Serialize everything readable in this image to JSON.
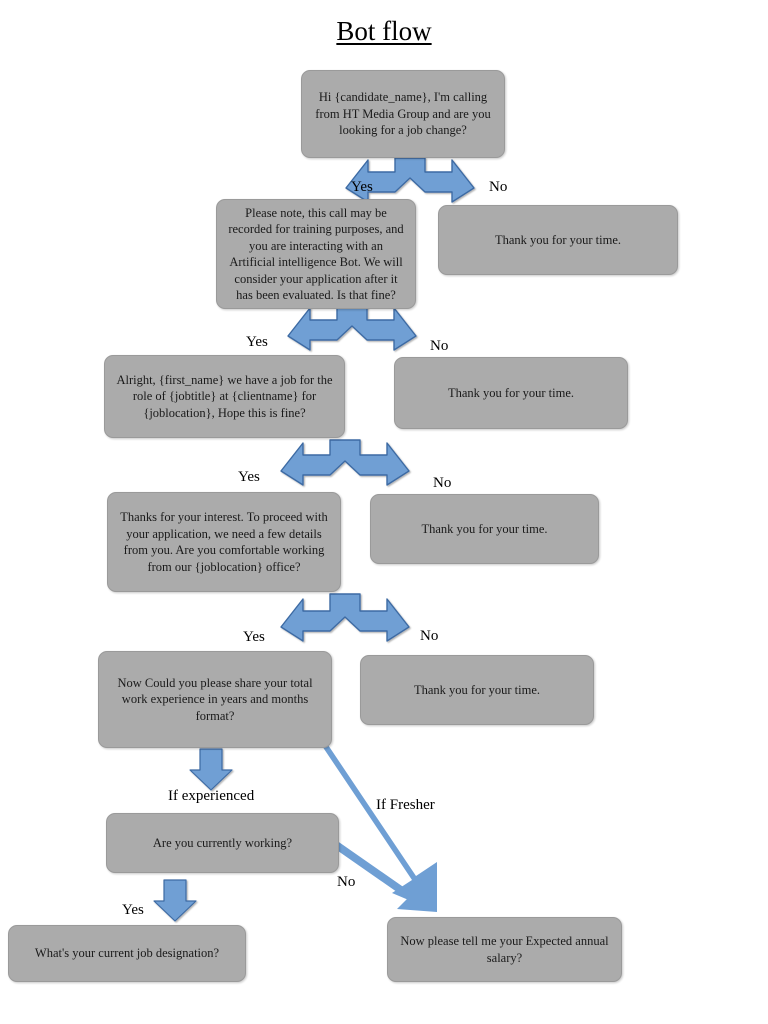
{
  "page": {
    "title": "Bot flow",
    "background_color": "#ffffff",
    "node_fill_color": "#ababab",
    "node_border_color": "#9a9a9a",
    "arrow_fill_color": "#6f9fd4",
    "arrow_border_color": "#3d6aa3",
    "text_color": "#1a1a1a"
  },
  "nodes": [
    {
      "id": "greeting",
      "text": "Hi {candidate_name}, I'm calling from HT Media Group and are you looking for a job change?"
    },
    {
      "id": "recording-notice",
      "text": "Please note, this call may be recorded for training purposes, and you are interacting with an Artificial intelligence Bot. We will consider your application after it has been evaluated. Is that fine?"
    },
    {
      "id": "thank-you-1",
      "text": "Thank you for your time."
    },
    {
      "id": "job-offer",
      "text": "Alright, {first_name} we have a job for the role of {jobtitle} at {clientname} for {joblocation}, Hope this is fine?"
    },
    {
      "id": "thank-you-2",
      "text": "Thank you for your time."
    },
    {
      "id": "details-request",
      "text": "Thanks for your interest. To proceed with your application, we need a few details from you. Are you comfortable working from our {joblocation} office?"
    },
    {
      "id": "thank-you-3",
      "text": "Thank you for your time."
    },
    {
      "id": "work-experience",
      "text": "Now Could you please share your total work experience in years and months format?"
    },
    {
      "id": "thank-you-4",
      "text": "Thank you for your time."
    },
    {
      "id": "currently-working",
      "text": "Are you currently working?"
    },
    {
      "id": "job-designation",
      "text": "What's your current job designation?"
    },
    {
      "id": "expected-salary",
      "text": "Now please tell me your Expected annual salary?"
    }
  ],
  "edge_labels": [
    {
      "id": "yes-1",
      "text": "Yes"
    },
    {
      "id": "no-1",
      "text": "No"
    },
    {
      "id": "yes-2",
      "text": "Yes"
    },
    {
      "id": "no-2",
      "text": "No"
    },
    {
      "id": "yes-3",
      "text": "Yes"
    },
    {
      "id": "no-3",
      "text": "No"
    },
    {
      "id": "yes-4",
      "text": "Yes"
    },
    {
      "id": "no-4",
      "text": "No"
    },
    {
      "id": "if-experienced",
      "text": "If experienced"
    },
    {
      "id": "if-fresher",
      "text": "If Fresher"
    },
    {
      "id": "yes-5",
      "text": "Yes"
    },
    {
      "id": "no-5",
      "text": "No"
    }
  ]
}
